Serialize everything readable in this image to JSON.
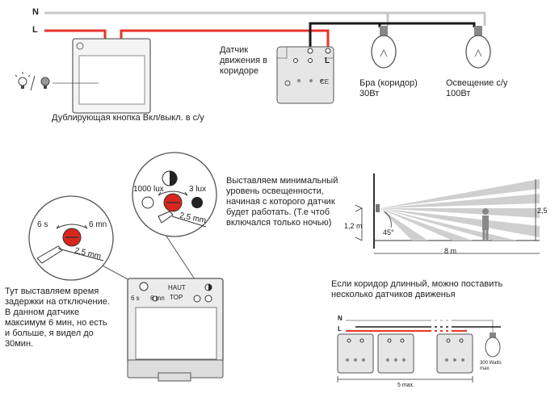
{
  "wiring": {
    "neutral_label": "N",
    "live_label": "L",
    "sensor_caption": "Датчик\nдвижения в\nкоридоре",
    "sensor_terminal_label": "L",
    "lamp1_caption": "Бра (коридор)\n30Вт",
    "lamp2_caption": "Освещение с/у\n100Вт",
    "switch_caption": "Дублирующая кнопка Вкл/выкл. в с/у"
  },
  "lux": {
    "left_label": "1000 lux",
    "right_label": "3 lux",
    "dimension": "2,5 mm",
    "note": "Выставляем минимальный\nуровень освещенности,\nначиная с которого датчик\nбудет работать. (Т.е чтоб\nвключался только ночью)"
  },
  "delay": {
    "left_label": "6 s",
    "right_label": "6 mn",
    "dimension": "2,5 mm",
    "note": "Тут выставляем время\nзадержки на отключение.\nВ данном датчике\nмаксимум 6 мин, но есть\nи больше, я видел до\n30мин."
  },
  "device": {
    "label_haut": "HAUT",
    "label_top": "TOP",
    "label_6s": "6 s",
    "label_6mn": "6 mn"
  },
  "coverage": {
    "height_label": "1,2 m",
    "angle_label": "45°",
    "distance_label": "8 m",
    "right_height_label": "2,5"
  },
  "multi": {
    "note": "Если коридор длинный, можно поставить\nнесколько датчиков движенья",
    "neutral_label": "N",
    "live_label": "L",
    "lamp_caption": "300 Watts\nmax.",
    "max_label": "5 max."
  },
  "colors": {
    "neutral_wire": "#c8c8c8",
    "live_wire": "#e8342a",
    "load_wire": "#1a1a1a",
    "knob": "#d9261c"
  }
}
